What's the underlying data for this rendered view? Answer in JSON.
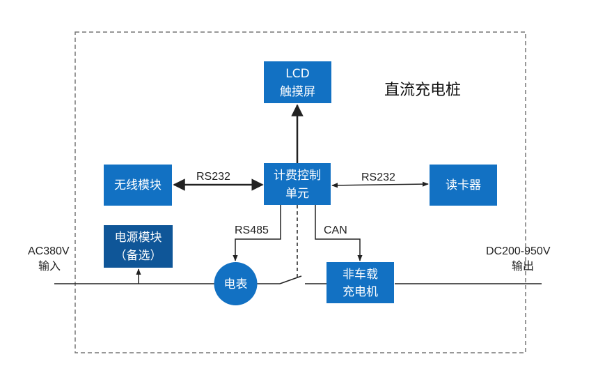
{
  "title": "直流充电桩",
  "colors": {
    "box": "#1271c3",
    "box_dark": "#0f5698",
    "line": "#222222",
    "border": "#777777",
    "text_on_box": "#ffffff"
  },
  "boxes": {
    "lcd": [
      "LCD",
      "触摸屏"
    ],
    "control": [
      "计费控制",
      "单元"
    ],
    "wireless": "无线模块",
    "card_reader": "读卡器",
    "power_module": [
      "电源模块",
      "（备选）"
    ],
    "meter": "电表",
    "charger": [
      "非车载",
      "充电机"
    ]
  },
  "links": {
    "rs232_left": "RS232",
    "rs232_right": "RS232",
    "rs485": "RS485",
    "can": "CAN"
  },
  "io": {
    "input": [
      "AC380V",
      "输入"
    ],
    "output": [
      "DC200-950V",
      "输出"
    ]
  }
}
